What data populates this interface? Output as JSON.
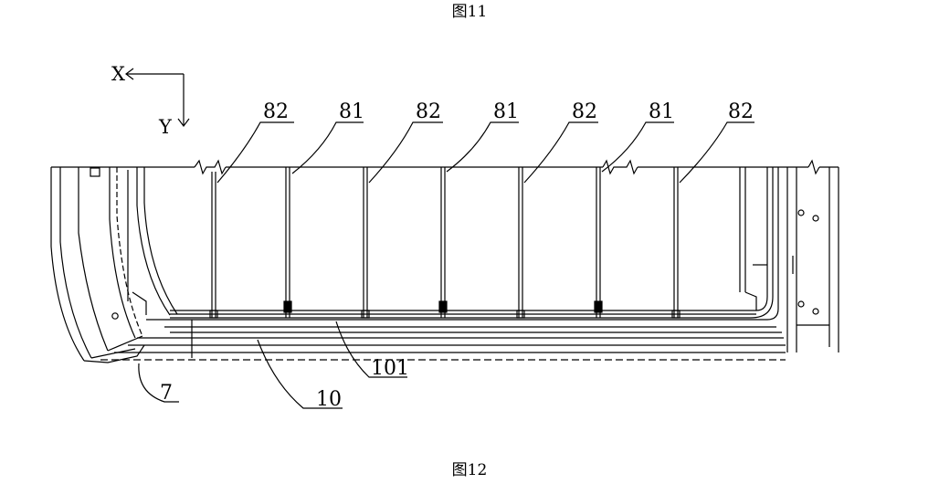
{
  "captions": {
    "top": "图11",
    "bottom": "图12"
  },
  "axes": {
    "x": "X",
    "y": "Y"
  },
  "top_labels": [
    "82",
    "81",
    "82",
    "81",
    "82",
    "81",
    "82"
  ],
  "bottom_labels": {
    "frame": "7",
    "rail": "10",
    "panel": "101"
  }
}
